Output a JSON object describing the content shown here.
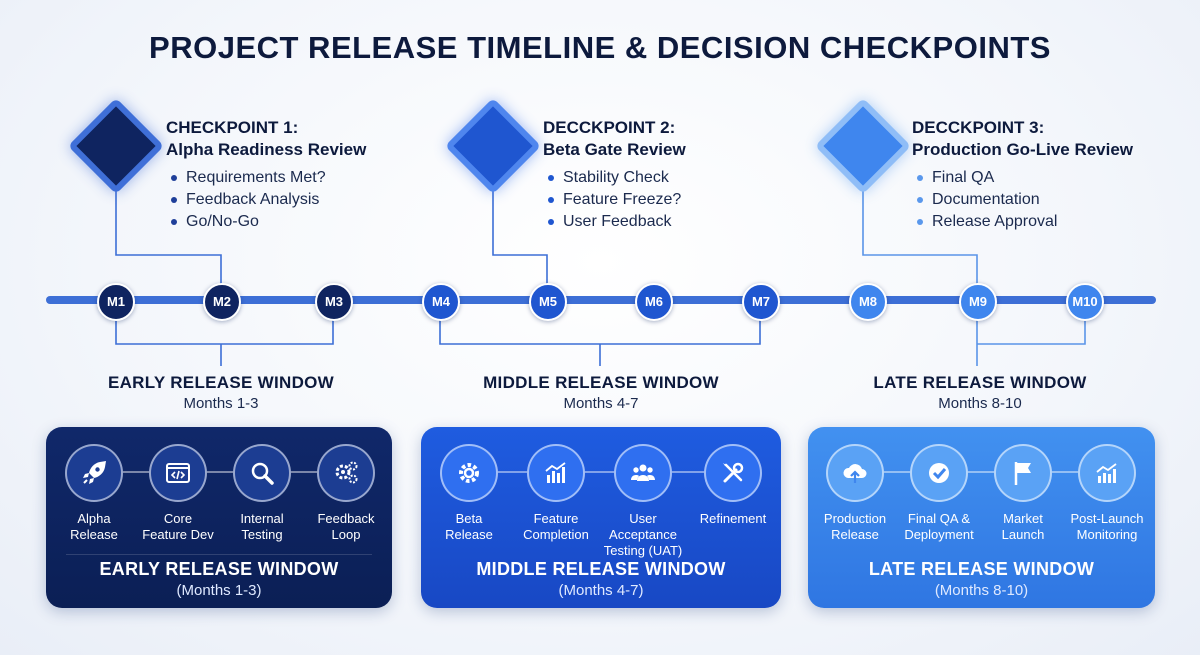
{
  "title": "PROJECT RELEASE TIMELINE & DECISION CHECKPOINTS",
  "colors": {
    "dark_navy": "#0b1f55",
    "royal_blue": "#1f56d0",
    "sky_blue": "#3f86ee",
    "timeline": "#3d6fd6"
  },
  "checkpoints": [
    {
      "heading": "CHECKPOINT 1:",
      "name": "Alpha Readiness Review",
      "items": [
        "Requirements Met?",
        "Feedback Analysis",
        "Go/No-Go"
      ]
    },
    {
      "heading": "DECCKPOINT 2:",
      "name": "Beta Gate Review",
      "items": [
        "Stability Check",
        "Feature Freeze?",
        "User Feedback"
      ]
    },
    {
      "heading": "DECCKPOINT 3:",
      "name": "Production Go-Live Review",
      "items": [
        "Final QA",
        "Documentation",
        "Release Approval"
      ]
    }
  ],
  "milestones": [
    "M1",
    "M2",
    "M3",
    "M4",
    "M5",
    "M6",
    "M7",
    "M8",
    "M9",
    "M10"
  ],
  "windows": [
    {
      "title": "EARLY RELEASE WINDOW",
      "months": "Months 1-3"
    },
    {
      "title": "MIDDLE RELEASE WINDOW",
      "months": "Months 4-7"
    },
    {
      "title": "LATE RELEASE WINDOW",
      "months": "Months 8-10"
    }
  ],
  "panels": [
    {
      "title": "EARLY RELEASE WINDOW",
      "subtitle": "(Months 1-3)",
      "items": [
        {
          "icon": "rocket-icon",
          "label": "Alpha\nRelease"
        },
        {
          "icon": "code-icon",
          "label": "Core\nFeature Dev"
        },
        {
          "icon": "magnifier-icon",
          "label": "Internal\nTesting"
        },
        {
          "icon": "gears-icon",
          "label": "Feedback\nLoop"
        }
      ]
    },
    {
      "title": "MIDDLE RELEASE WINDOW",
      "subtitle": "(Months 4-7)",
      "items": [
        {
          "icon": "gear-icon",
          "label": "Beta\nRelease"
        },
        {
          "icon": "bar-chart-icon",
          "label": "Feature\nCompletion"
        },
        {
          "icon": "users-icon",
          "label": "User\nAcceptance\nTesting (UAT)"
        },
        {
          "icon": "tools-icon",
          "label": "Refinement"
        }
      ]
    },
    {
      "title": "LATE RELEASE WINDOW",
      "subtitle": "(Months 8-10)",
      "items": [
        {
          "icon": "cloud-upload-icon",
          "label": "Production\nRelease"
        },
        {
          "icon": "check-circle-icon",
          "label": "Final QA &\nDeployment"
        },
        {
          "icon": "flag-icon",
          "label": "Market\nLaunch"
        },
        {
          "icon": "trend-chart-icon",
          "label": "Post-Launch\nMonitoring"
        }
      ]
    }
  ]
}
